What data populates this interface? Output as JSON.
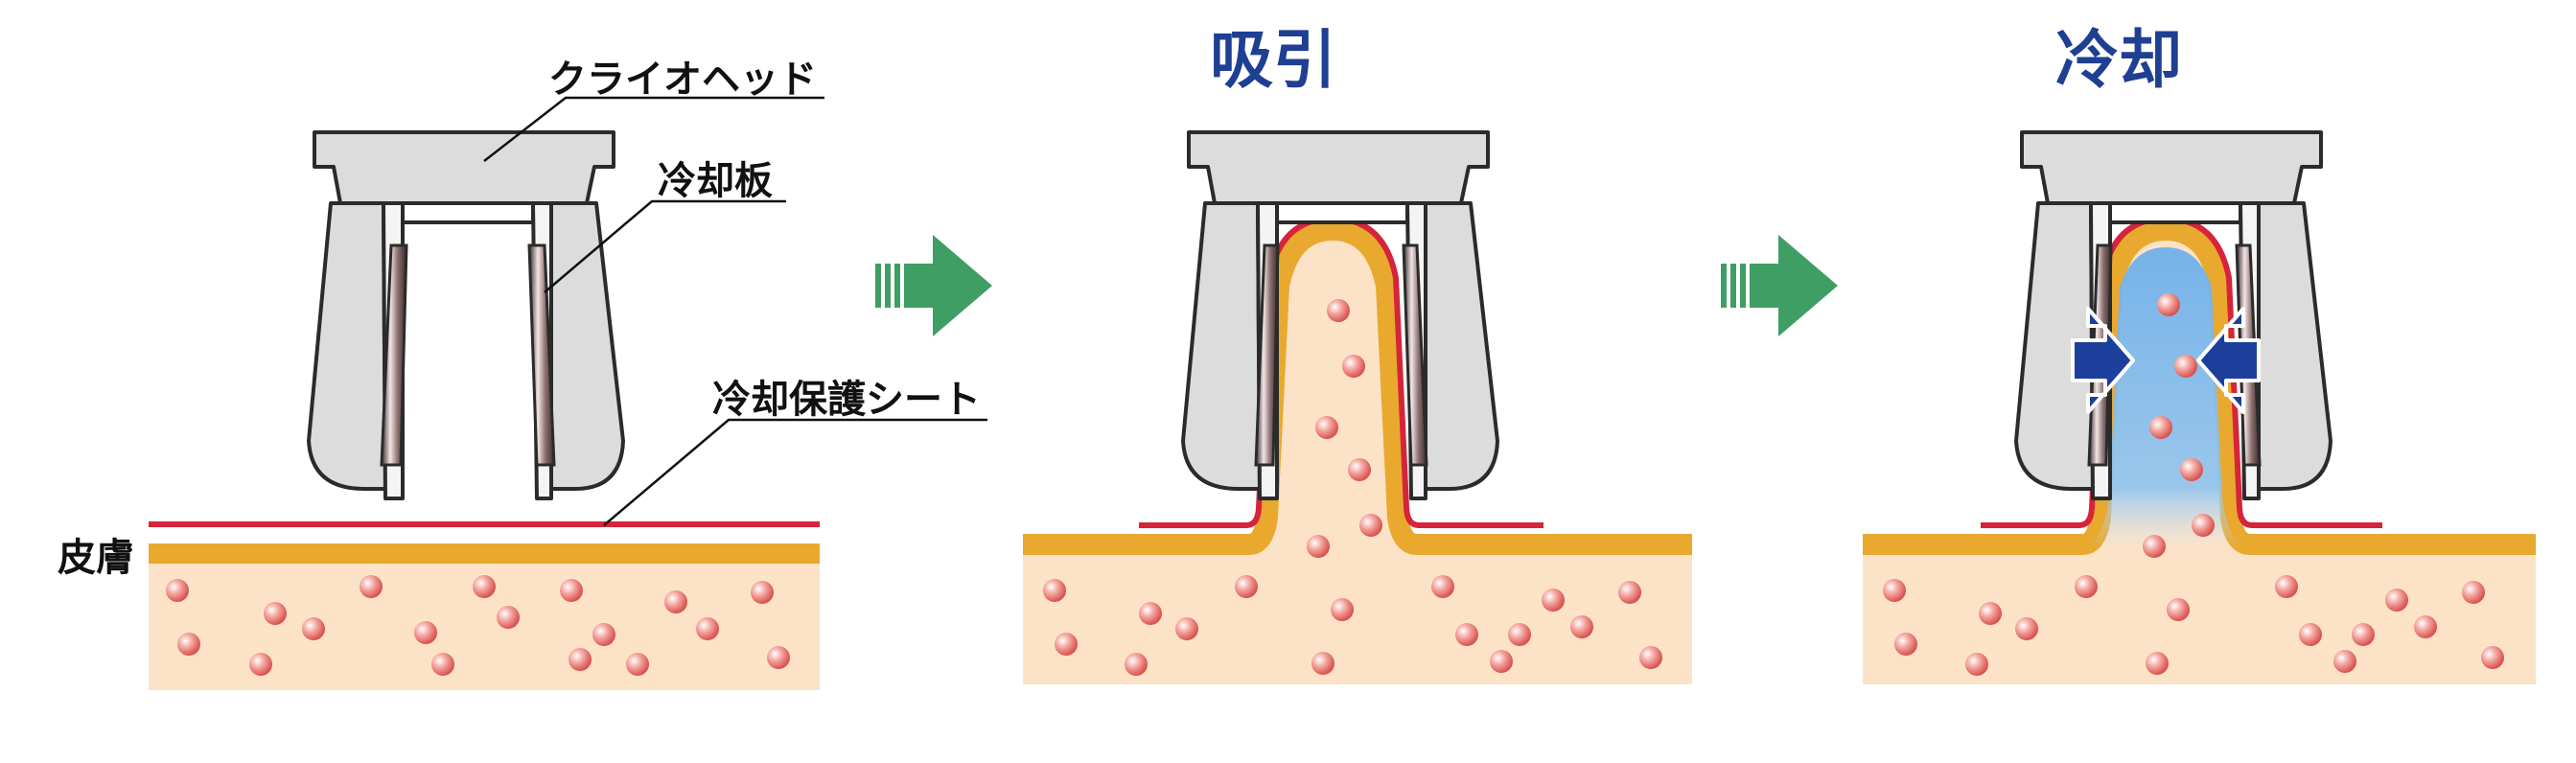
{
  "labels": {
    "cryo_head": "クライオヘッド",
    "cooling_plate": "冷却板",
    "protective_sheet": "冷却保護シート",
    "skin": "皮膚"
  },
  "stages": {
    "suction_title": "吸引",
    "cooling_title": "冷却"
  },
  "colors": {
    "head_fill": "#dcdcdc",
    "head_stroke": "#2b2b2b",
    "protective_sheet": "#d6243a",
    "skin_surface": "#e9a92e",
    "tissue": "#fce3c8",
    "fat_cell": "#e8736f",
    "cooling_zone": "#7fb8ea",
    "arrow_green": "#3f9e63",
    "arrow_blue": "#1b3f9a",
    "title_blue": "#1f3f93"
  },
  "icons": [
    "progress-arrow-icon",
    "compression-arrow-icon"
  ]
}
